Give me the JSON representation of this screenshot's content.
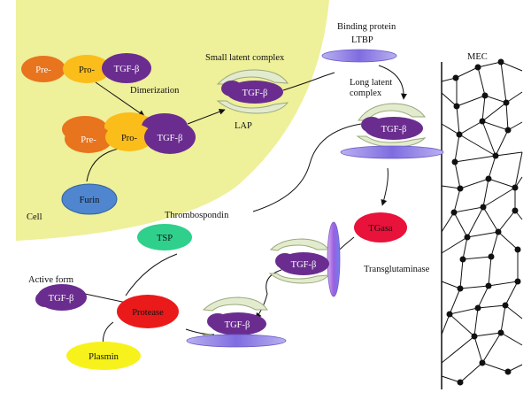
{
  "labels": {
    "cell": "Cell",
    "dimerization": "Dimerization",
    "small_latent_complex": "Small latent complex",
    "lap": "LAP",
    "binding_protein": "Binding protein",
    "ltbp": "LTBP",
    "long_latent_complex": "Long latent\ncomplex",
    "mec": "MEC",
    "thrombospondin": "Thrombospondin",
    "transglutaminase": "Transglutaminase",
    "active_form": "Active form"
  },
  "molecules": {
    "pre": "Pre-",
    "pro": "Pro-",
    "tgf_beta": "TGF-β",
    "furin": "Furin",
    "tsp": "TSP",
    "tgasa": "TGasa",
    "protease": "Protease",
    "plasmin": "Plasmin"
  },
  "colors": {
    "cell_fill": "#eef09a",
    "pre": "#e8741e",
    "pro": "#fbbd1a",
    "tgf": "#6a2d8f",
    "furin": "#4f86cf",
    "tsp": "#2fd08c",
    "tgasa": "#e8123a",
    "protease": "#ea1a1a",
    "plasmin": "#f7f21c",
    "lap": "#e3ebcf",
    "ltbp": "#8d7fe0"
  }
}
